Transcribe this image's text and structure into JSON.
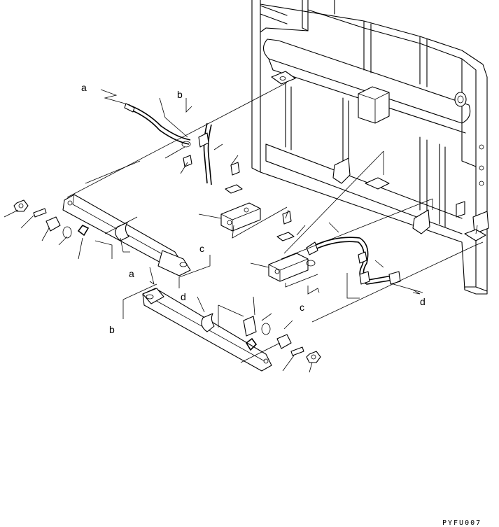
{
  "labels": {
    "a_top": "a",
    "a_mid": "a",
    "b_top": "b",
    "b_left": "b",
    "c_mid": "c",
    "c_right": "c",
    "d_mid": "d",
    "d_right": "d"
  },
  "drawing_code": "PYFU007"
}
